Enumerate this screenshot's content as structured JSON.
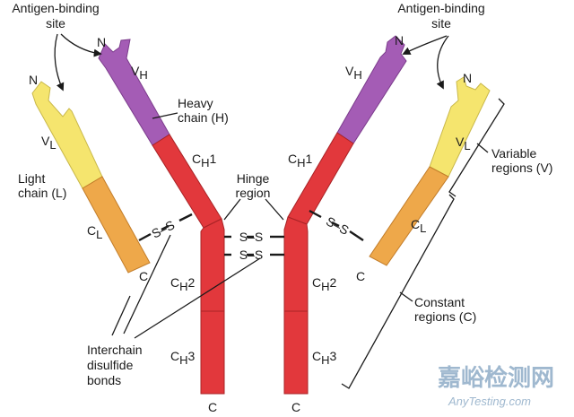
{
  "colors": {
    "variable_heavy": "#a45cb5",
    "variable_light": "#f5e56e",
    "constant_light": "#eea84a",
    "constant_heavy": "#e2383c",
    "line": "#1a1a1a",
    "watermark": "#9fb8cf"
  },
  "labels": {
    "antigen_binding_left_1": "Antigen-binding",
    "antigen_binding_left_2": "site",
    "antigen_binding_right_1": "Antigen-binding",
    "antigen_binding_right_2": "site",
    "n": "N",
    "c": "C",
    "v_h_main": "V",
    "v_h_sub": "H",
    "v_l_main": "V",
    "v_l_sub": "L",
    "c_l_main": "C",
    "c_l_sub": "L",
    "c_h1_main": "C",
    "c_h1_sub": "H",
    "c_h1_suffix": "1",
    "c_h2_main": "C",
    "c_h2_sub": "H",
    "c_h2_suffix": "2",
    "c_h3_main": "C",
    "c_h3_sub": "H",
    "c_h3_suffix": "3",
    "heavy_chain_1": "Heavy",
    "heavy_chain_2": "chain (H)",
    "light_chain_1": "Light",
    "light_chain_2": "chain (L)",
    "hinge_1": "Hinge",
    "hinge_2": "region",
    "disulfide": "S–S",
    "interchain_1": "Interchain",
    "interchain_2": "disulfide",
    "interchain_3": "bonds",
    "variable_regions_1": "Variable",
    "variable_regions_2": "regions (V)",
    "constant_regions_1": "Constant",
    "constant_regions_2": "regions (C)"
  },
  "watermark": {
    "chinese": "嘉峪检测网",
    "english": "AnyTesting.com"
  }
}
